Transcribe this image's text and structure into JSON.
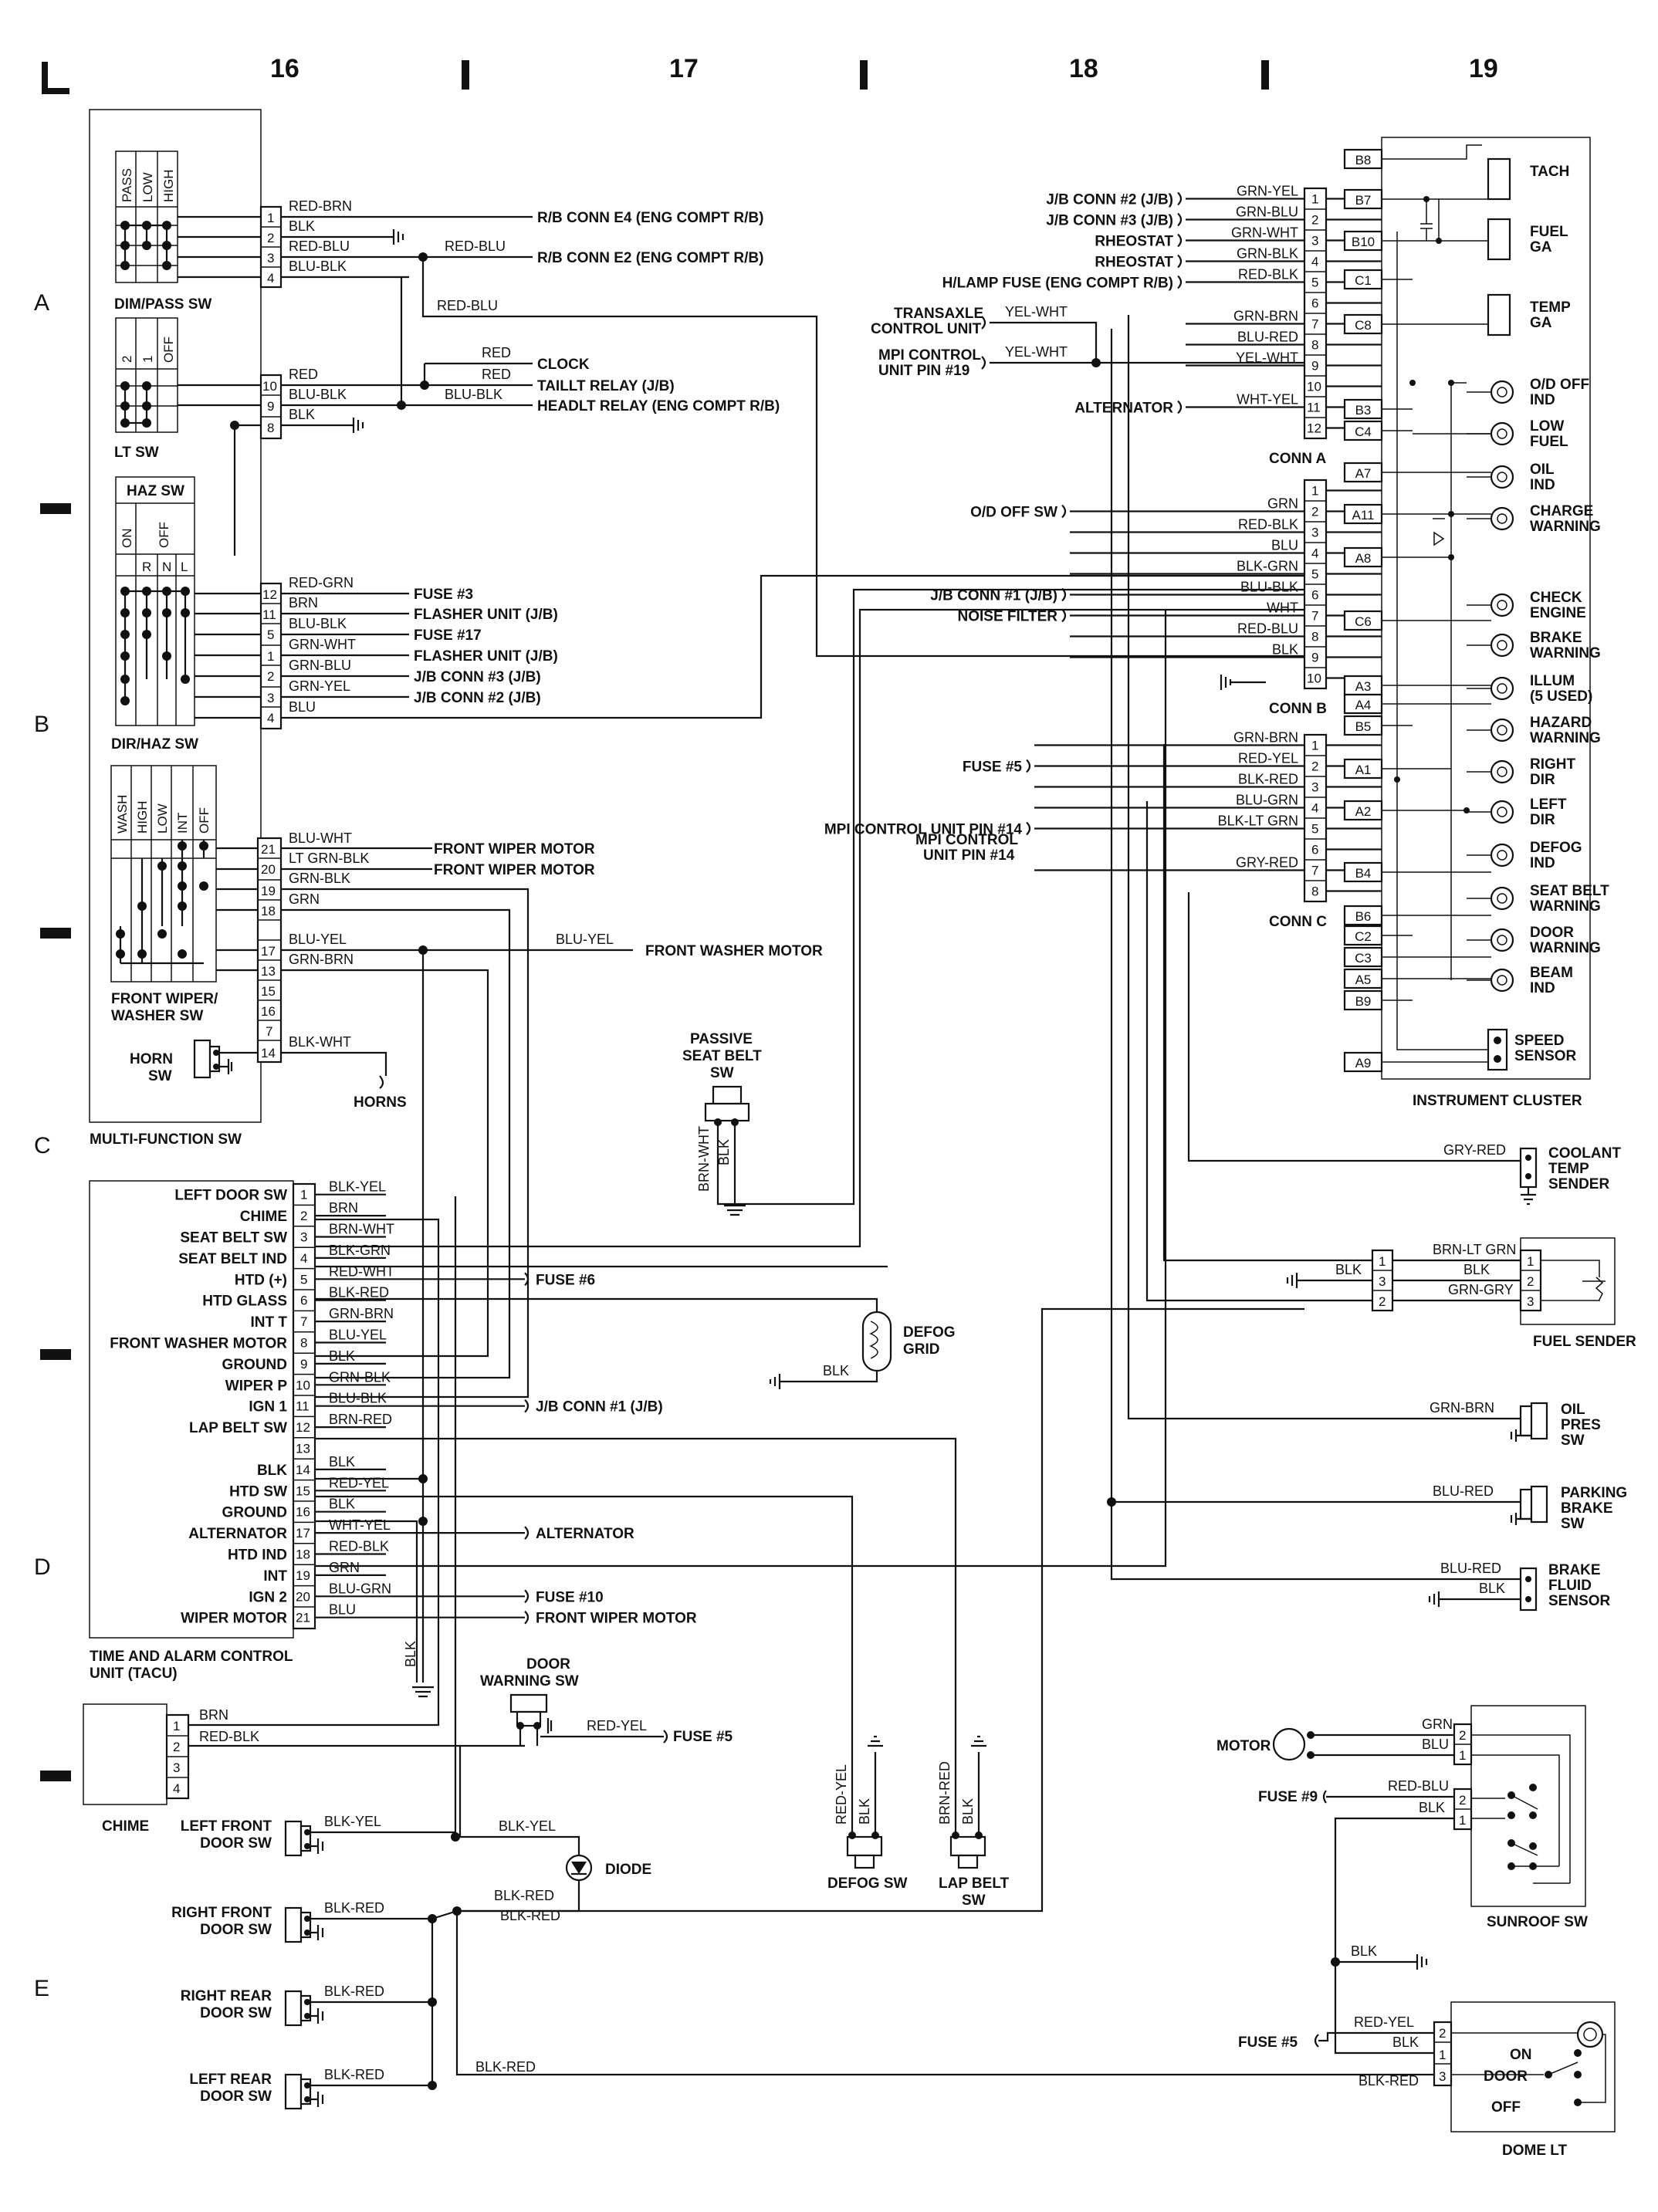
{
  "columns": [
    "16",
    "17",
    "18",
    "19"
  ],
  "rows": [
    "A",
    "B",
    "C",
    "D",
    "E"
  ],
  "multi_function": {
    "title": "MULTI-FUNCTION SW",
    "dim_pass": {
      "title": "DIM/PASS SW",
      "positions": [
        "PASS",
        "LOW",
        "HIGH"
      ],
      "pins": [
        {
          "pin": "1",
          "wire": "RED-BRN",
          "dest": "R/B CONN E4 (ENG COMPT R/B)"
        },
        {
          "pin": "2",
          "wire": "BLK",
          "dest": ""
        },
        {
          "pin": "3",
          "wire": "RED-BLU",
          "dest": "R/B CONN E2 (ENG COMPT R/B)",
          "wire2": "RED-BLU"
        },
        {
          "pin": "4",
          "wire": "BLU-BLK",
          "dest": ""
        }
      ]
    },
    "red_blu_branch": "RED-BLU",
    "lt": {
      "title": "LT SW",
      "positions": [
        "2",
        "1",
        "OFF"
      ],
      "pins": [
        {
          "pin": "10",
          "wire": "RED"
        },
        {
          "pin": "9",
          "wire": "BLU-BLK"
        },
        {
          "pin": "8",
          "wire": "BLK"
        }
      ],
      "dests": [
        {
          "wire": "RED",
          "dest": "CLOCK"
        },
        {
          "wire": "RED",
          "dest": "TAILLT RELAY (J/B)"
        },
        {
          "wire": "BLU-BLK",
          "dest": "HEADLT RELAY (ENG COMPT R/B)"
        }
      ]
    },
    "haz": {
      "title": "HAZ SW",
      "dir_title": "DIR/HAZ SW",
      "positions": [
        "ON",
        "OFF"
      ],
      "sub": [
        "R",
        "N",
        "L"
      ],
      "pins": [
        {
          "pin": "12",
          "wire": "RED-GRN",
          "dest": "FUSE #3"
        },
        {
          "pin": "11",
          "wire": "BRN",
          "dest": "FLASHER UNIT (J/B)"
        },
        {
          "pin": "5",
          "wire": "BLU-BLK",
          "dest": "FUSE #17"
        },
        {
          "pin": "1",
          "wire": "GRN-WHT",
          "dest": "FLASHER UNIT (J/B)"
        },
        {
          "pin": "2",
          "wire": "GRN-BLU",
          "dest": "J/B CONN #3 (J/B)"
        },
        {
          "pin": "3",
          "wire": "GRN-YEL",
          "dest": "J/B CONN #2 (J/B)"
        },
        {
          "pin": "4",
          "wire": "BLU",
          "dest": ""
        }
      ]
    },
    "wiper": {
      "title": "FRONT WIPER/ WASHER SW",
      "title1": "FRONT WIPER/",
      "title2": "WASHER SW",
      "positions": [
        "WASH",
        "HIGH",
        "LOW",
        "INT",
        "OFF"
      ],
      "pins": [
        {
          "pin": "21",
          "wire": "BLU-WHT",
          "dest": "FRONT WIPER MOTOR"
        },
        {
          "pin": "20",
          "wire": "LT GRN-BLK",
          "dest": "FRONT WIPER MOTOR"
        },
        {
          "pin": "19",
          "wire": "GRN-BLK",
          "dest": ""
        },
        {
          "pin": "18",
          "wire": "GRN",
          "dest": ""
        },
        {
          "pin": "17",
          "wire": "BLU-YEL",
          "dest": "FRONT WASHER MOTOR",
          "wire2": "BLU-YEL"
        },
        {
          "pin": "13",
          "wire": "GRN-BRN",
          "dest": ""
        },
        {
          "pin": "15",
          "wire": "",
          "dest": ""
        },
        {
          "pin": "16",
          "wire": "",
          "dest": ""
        },
        {
          "pin": "7",
          "wire": "",
          "dest": ""
        }
      ]
    },
    "horn": {
      "title1": "HORN",
      "title2": "SW",
      "pin": "14",
      "wire": "BLK-WHT",
      "dest": "HORNS"
    }
  },
  "passive_belt": {
    "title1": "PASSIVE",
    "title2": "SEAT BELT",
    "title3": "SW",
    "w1": "BRN-WHT",
    "w2": "BLK"
  },
  "tacu": {
    "title1": "TIME AND ALARM CONTROL",
    "title2": "UNIT (TACU)",
    "pins": [
      {
        "pin": "1",
        "label": "LEFT DOOR SW",
        "wire": "BLK-YEL",
        "dest": ""
      },
      {
        "pin": "2",
        "label": "CHIME",
        "wire": "BRN",
        "dest": ""
      },
      {
        "pin": "3",
        "label": "SEAT BELT SW",
        "wire": "BRN-WHT",
        "dest": ""
      },
      {
        "pin": "4",
        "label": "SEAT BELT IND",
        "wire": "BLK-GRN",
        "dest": ""
      },
      {
        "pin": "5",
        "label": "HTD (+)",
        "wire": "RED-WHT",
        "dest": "FUSE #6"
      },
      {
        "pin": "6",
        "label": "HTD GLASS",
        "wire": "BLK-RED",
        "dest": ""
      },
      {
        "pin": "7",
        "label": "INT T",
        "wire": "GRN-BRN",
        "dest": ""
      },
      {
        "pin": "8",
        "label": "FRONT WASHER MOTOR",
        "wire": "BLU-YEL",
        "dest": ""
      },
      {
        "pin": "9",
        "label": "GROUND",
        "wire": "BLK",
        "dest": ""
      },
      {
        "pin": "10",
        "label": "WIPER P",
        "wire": "GRN-BLK",
        "dest": ""
      },
      {
        "pin": "11",
        "label": "IGN 1",
        "wire": "BLU-BLK",
        "dest": "J/B CONN #1 (J/B)"
      },
      {
        "pin": "12",
        "label": "LAP BELT SW",
        "wire": "BRN-RED",
        "dest": ""
      },
      {
        "pin": "13",
        "label": "",
        "wire": "",
        "dest": ""
      },
      {
        "pin": "14",
        "label": "BLK",
        "wire": "BLK",
        "dest": ""
      },
      {
        "pin": "15",
        "label": "HTD SW",
        "wire": "RED-YEL",
        "dest": ""
      },
      {
        "pin": "16",
        "label": "GROUND",
        "wire": "BLK",
        "dest": ""
      },
      {
        "pin": "17",
        "label": "ALTERNATOR",
        "wire": "WHT-YEL",
        "dest": "ALTERNATOR"
      },
      {
        "pin": "18",
        "label": "HTD IND",
        "wire": "RED-BLK",
        "dest": ""
      },
      {
        "pin": "19",
        "label": "INT",
        "wire": "GRN",
        "dest": ""
      },
      {
        "pin": "20",
        "label": "IGN 2",
        "wire": "BLU-GRN",
        "dest": "FUSE #10"
      },
      {
        "pin": "21",
        "label": "WIPER MOTOR",
        "wire": "BLU",
        "dest": "FRONT WIPER MOTOR"
      }
    ],
    "gnd_wire": "BLK"
  },
  "chime": {
    "title": "CHIME",
    "pins": [
      "1",
      "2",
      "3",
      "4"
    ],
    "w1": "BRN",
    "w2": "RED-BLK"
  },
  "door_warning": {
    "title1": "DOOR",
    "title2": "WARNING SW",
    "wire": "RED-YEL",
    "dest": "FUSE #5"
  },
  "door_switches": [
    {
      "t1": "LEFT FRONT",
      "t2": "DOOR SW",
      "wire": "BLK-YEL"
    },
    {
      "t1": "RIGHT FRONT",
      "t2": "DOOR SW",
      "wire": "BLK-RED"
    },
    {
      "t1": "RIGHT REAR",
      "t2": "DOOR SW",
      "wire": "BLK-RED"
    },
    {
      "t1": "LEFT REAR",
      "t2": "DOOR SW",
      "wire": "BLK-RED"
    }
  ],
  "diode": {
    "title": "DIODE",
    "w_in": "BLK-YEL",
    "w_out1": "BLK-RED",
    "w_out2": "BLK-RED",
    "w_bottom": "BLK-RED"
  },
  "defog_grid": {
    "t1": "DEFOG",
    "t2": "GRID",
    "wire": "BLK"
  },
  "defog_sw": {
    "title": "DEFOG SW",
    "w1": "RED-YEL",
    "w2": "BLK"
  },
  "lap_belt": {
    "t1": "LAP BELT",
    "t2": "SW",
    "w1": "BRN-RED",
    "w2": "BLK"
  },
  "conn_a": {
    "title": "CONN A",
    "pins": [
      {
        "pin": "1",
        "wire": "GRN-YEL",
        "src": "J/B CONN #2 (J/B)"
      },
      {
        "pin": "2",
        "wire": "GRN-BLU",
        "src": "J/B CONN #3 (J/B)"
      },
      {
        "pin": "3",
        "wire": "GRN-WHT",
        "src": "RHEOSTAT"
      },
      {
        "pin": "4",
        "wire": "GRN-BLK",
        "src": "RHEOSTAT"
      },
      {
        "pin": "5",
        "wire": "RED-BLK",
        "src": "H/LAMP FUSE (ENG COMPT R/B)"
      },
      {
        "pin": "6",
        "wire": "",
        "src": ""
      },
      {
        "pin": "7",
        "wire": "GRN-BRN",
        "src": ""
      },
      {
        "pin": "8",
        "wire": "BLU-RED",
        "src": ""
      },
      {
        "pin": "9",
        "wire": "YEL-WHT",
        "src": ""
      },
      {
        "pin": "10",
        "wire": "",
        "src": ""
      },
      {
        "pin": "11",
        "wire": "WHT-YEL",
        "src": "ALTERNATOR"
      },
      {
        "pin": "12",
        "wire": "",
        "src": ""
      }
    ],
    "transaxle1": "TRANSAXLE",
    "transaxle2": "CONTROL UNIT",
    "mpi1": "MPI CONTROL",
    "mpi2": "UNIT PIN #19",
    "yw1": "YEL-WHT",
    "yw2": "YEL-WHT"
  },
  "conn_b": {
    "title": "CONN B",
    "pins": [
      {
        "pin": "1",
        "wire": "",
        "src": ""
      },
      {
        "pin": "2",
        "wire": "GRN",
        "src": "O/D OFF SW"
      },
      {
        "pin": "3",
        "wire": "RED-BLK",
        "src": ""
      },
      {
        "pin": "4",
        "wire": "BLU",
        "src": ""
      },
      {
        "pin": "5",
        "wire": "BLK-GRN",
        "src": ""
      },
      {
        "pin": "6",
        "wire": "BLU-BLK",
        "src": "J/B CONN #1 (J/B)"
      },
      {
        "pin": "7",
        "wire": "WHT",
        "src": "NOISE FILTER"
      },
      {
        "pin": "8",
        "wire": "RED-BLU",
        "src": ""
      },
      {
        "pin": "9",
        "wire": "BLK",
        "src": ""
      },
      {
        "pin": "10",
        "wire": "",
        "src": ""
      }
    ]
  },
  "conn_c": {
    "title": "CONN C",
    "pins": [
      {
        "pin": "1",
        "wire": "GRN-BRN",
        "src": ""
      },
      {
        "pin": "2",
        "wire": "RED-YEL",
        "src": "FUSE #5"
      },
      {
        "pin": "3",
        "wire": "BLK-RED",
        "src": ""
      },
      {
        "pin": "4",
        "wire": "BLU-GRN",
        "src": ""
      },
      {
        "pin": "5",
        "wire": "BLK-LT GRN",
        "src": "MPI CONTROL UNIT PIN #14"
      },
      {
        "pin": "6",
        "wire": "",
        "src": ""
      },
      {
        "pin": "7",
        "wire": "GRY-RED",
        "src": ""
      },
      {
        "pin": "8",
        "wire": "",
        "src": ""
      }
    ],
    "mpi1": "MPI CONTROL",
    "mpi2": "UNIT PIN #14"
  },
  "cluster": {
    "title": "INSTRUMENT CLUSTER",
    "pins": [
      "B8",
      "B7",
      "B10",
      "C1",
      "C8",
      "B3",
      "C4",
      "A7",
      "A11",
      "A8",
      "C6",
      "A3",
      "A4",
      "B5",
      "A1",
      "A2",
      "B4",
      "B6",
      "C2",
      "C3",
      "A5",
      "B9",
      "A9"
    ],
    "items": [
      {
        "l1": "TACH",
        "l2": ""
      },
      {
        "l1": "FUEL",
        "l2": "GA"
      },
      {
        "l1": "TEMP",
        "l2": "GA"
      },
      {
        "l1": "O/D OFF",
        "l2": "IND"
      },
      {
        "l1": "LOW",
        "l2": "FUEL"
      },
      {
        "l1": "OIL",
        "l2": "IND"
      },
      {
        "l1": "CHARGE",
        "l2": "WARNING"
      },
      {
        "l1": "CHECK",
        "l2": "ENGINE"
      },
      {
        "l1": "BRAKE",
        "l2": "WARNING"
      },
      {
        "l1": "ILLUM",
        "l2": "(5 USED)"
      },
      {
        "l1": "HAZARD",
        "l2": "WARNING"
      },
      {
        "l1": "RIGHT",
        "l2": "DIR"
      },
      {
        "l1": "LEFT",
        "l2": "DIR"
      },
      {
        "l1": "DEFOG",
        "l2": "IND"
      },
      {
        "l1": "SEAT BELT",
        "l2": "WARNING"
      },
      {
        "l1": "DOOR",
        "l2": "WARNING"
      },
      {
        "l1": "BEAM",
        "l2": "IND"
      },
      {
        "l1": "SPEED",
        "l2": "SENSOR"
      }
    ]
  },
  "coolant": {
    "t1": "COOLANT",
    "t2": "TEMP",
    "t3": "SENDER",
    "wire": "GRY-RED"
  },
  "fuel_sender": {
    "title": "FUEL SENDER",
    "pins": [
      "1",
      "3",
      "2"
    ],
    "w1": "BRN-LT GRN",
    "w2": "BLK",
    "w3": "GRN-GRY",
    "wg": "BLK"
  },
  "oil_pres": {
    "t1": "OIL",
    "t2": "PRES",
    "t3": "SW",
    "wire": "GRN-BRN"
  },
  "parking_brake": {
    "t1": "PARKING",
    "t2": "BRAKE",
    "t3": "SW",
    "wire": "BLU-RED"
  },
  "brake_fluid": {
    "t1": "BRAKE",
    "t2": "FLUID",
    "t3": "SENSOR",
    "w1": "BLU-RED",
    "w2": "BLK"
  },
  "sunroof": {
    "title": "SUNROOF SW",
    "motor": "MOTOR",
    "fuse": "FUSE #9",
    "wm1": "GRN",
    "wm2": "BLU",
    "w_fuse": "RED-BLU",
    "w_blk": "BLK",
    "pins": [
      "2",
      "1",
      "2",
      "1"
    ]
  },
  "dome": {
    "title": "DOME LT",
    "fuse": "FUSE #5",
    "w1": "RED-YEL",
    "w2": "BLK",
    "w3": "BLK-RED",
    "wg": "BLK",
    "pins": [
      "2",
      "1",
      "3"
    ],
    "pos": [
      "ON",
      "DOOR",
      "OFF"
    ]
  }
}
